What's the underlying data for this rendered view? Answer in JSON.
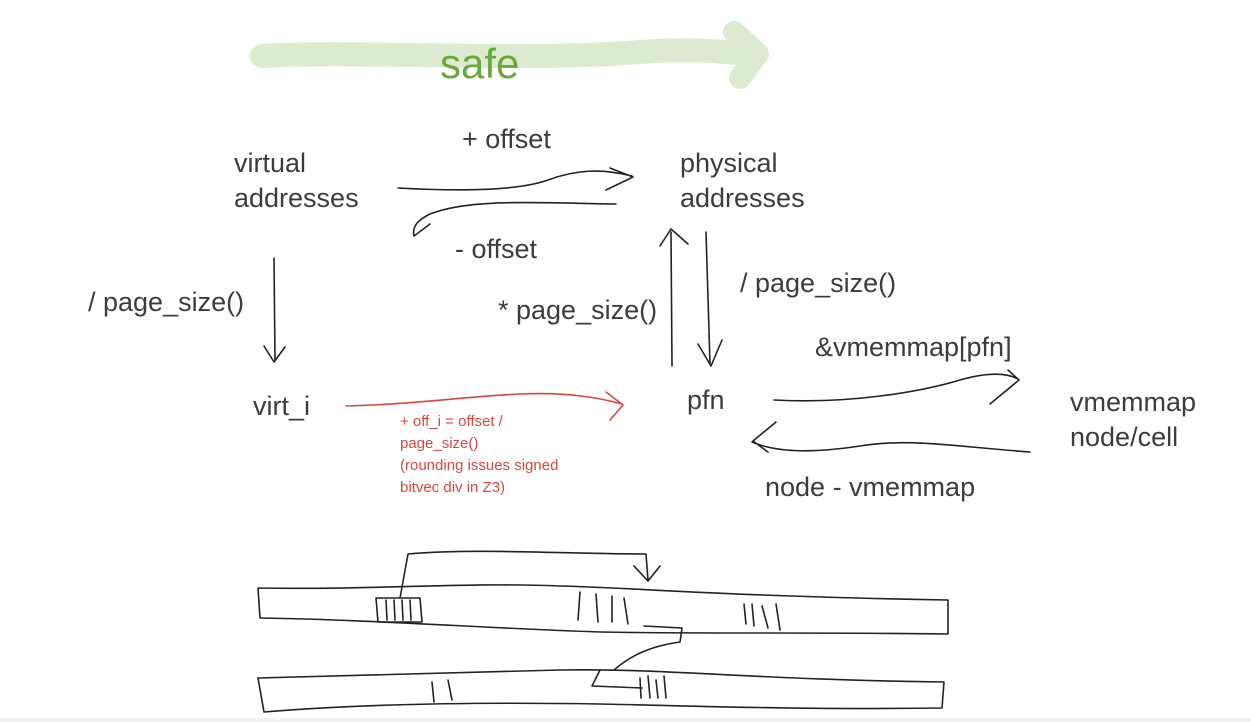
{
  "safe_label": "safe",
  "nodes": {
    "virtual_addresses": [
      "virtual",
      "addresses"
    ],
    "physical_addresses": [
      "physical",
      "addresses"
    ],
    "virt_i": "virt_i",
    "pfn": "pfn",
    "vmemmap_node": [
      "vmemmap",
      "node/cell"
    ]
  },
  "edges": {
    "plus_offset": "+ offset",
    "minus_offset": "- offset",
    "div_page_size_left": "/ page_size()",
    "mul_page_size": "* page_size()",
    "div_page_size_right": "/ page_size()",
    "vmemmap_pfn": "&vmemmap[pfn]",
    "node_minus_vmemmap": "node - vmemmap"
  },
  "note": [
    "+ off_i = offset /",
    "page_size()",
    "(rounding issues signed",
    "bitvec div in Z3)"
  ],
  "colors": {
    "text": "#3c3c3c",
    "ink": "#222222",
    "safe_text": "#6aa83c",
    "safe_stroke": "#dcebd0",
    "note_red": "#d9453f"
  }
}
